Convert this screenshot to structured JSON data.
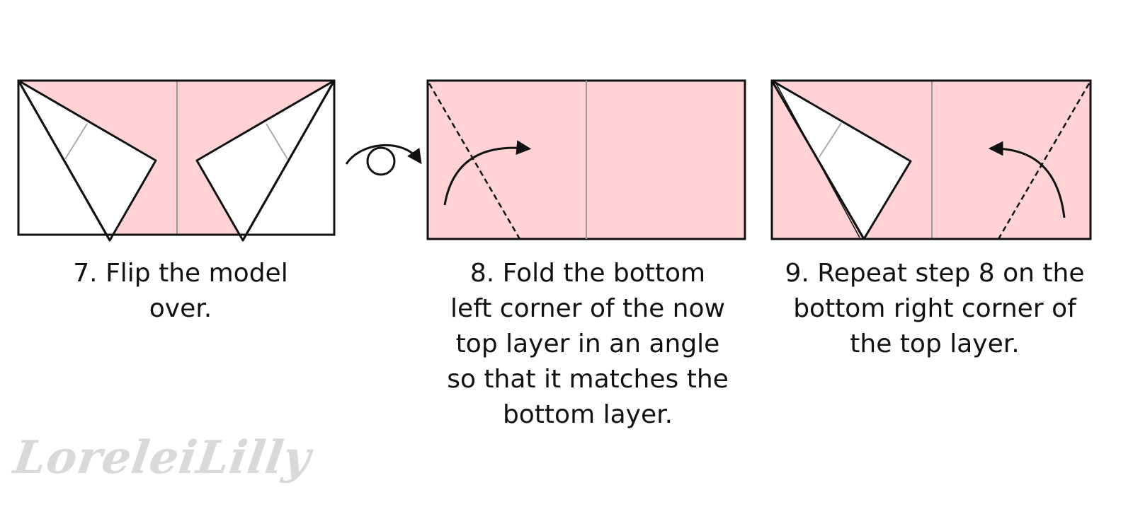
{
  "colors": {
    "paper_pink": "#ffd3d5",
    "paper_white": "#ffffff",
    "outline": "#111111",
    "crease": "#9a9a9a",
    "watermark": "#d9d9d9"
  },
  "steps": [
    {
      "lines": [
        "7. Flip the model",
        "over."
      ],
      "icon": "flip-over-arrow-icon"
    },
    {
      "lines": [
        "8. Fold the bottom",
        "left corner of the now",
        "top layer in an angle",
        "so that it matches the",
        "bottom layer."
      ],
      "icon": "fold-arrow-icon"
    },
    {
      "lines": [
        "9. Repeat step 8 on the",
        "bottom right corner of",
        "the top layer."
      ],
      "icon": "fold-arrow-icon"
    }
  ],
  "watermark": "LoreleiLilly"
}
